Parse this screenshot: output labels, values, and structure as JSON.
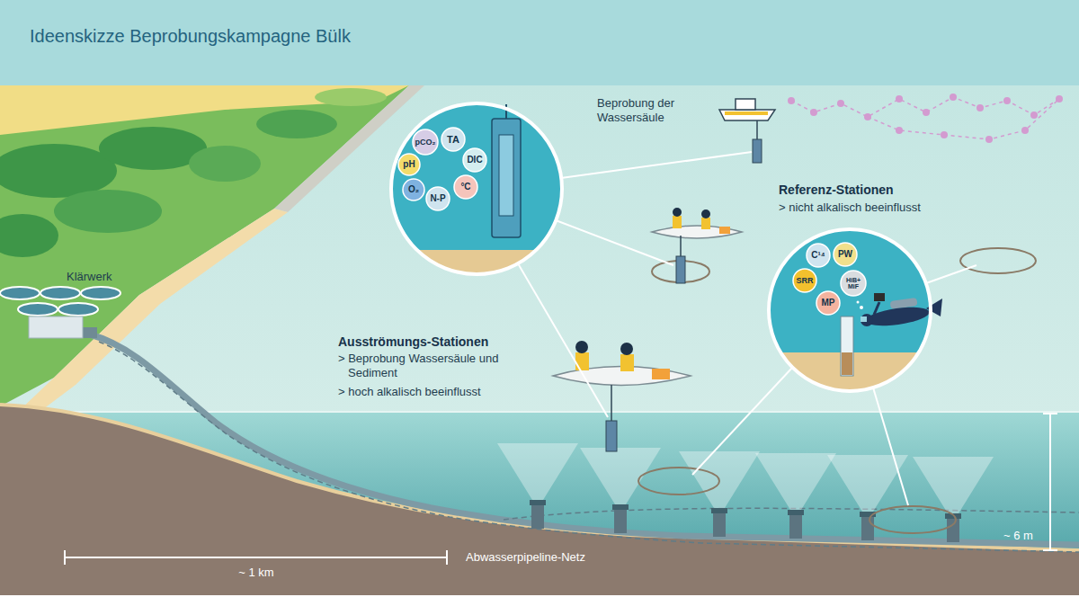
{
  "diagram": {
    "title": "Ideenskizze Beprobungskampagne Bülk",
    "nodes": [
      {
        "text": [
          "pCO₂"
        ]
      },
      {
        "text": [
          "TA"
        ]
      },
      {
        "text": [
          "pH"
        ]
      },
      {
        "text": [
          "DIC"
        ]
      },
      {
        "text": [
          "O₂"
        ]
      },
      {
        "text": [
          "N-P"
        ]
      },
      {
        "text": [
          "°C"
        ]
      },
      {
        "text": [
          "C¹⁴"
        ]
      },
      {
        "text": [
          "PW"
        ]
      },
      {
        "text": [
          "SRR"
        ]
      },
      {
        "text": [
          "HiB+ MiF"
        ]
      },
      {
        "text": [
          "MP"
        ]
      }
    ],
    "labels": [
      "Klärwerk",
      "Beprobung der Wassersäule",
      "Referenz-Stationen",
      "> nicht alkalisch beeinflusst",
      "Ausströmungs-Stationen",
      "> Beprobung Wassersäule und Sediment",
      "> hoch alkalisch beeinflusst",
      "~ 1 km",
      "Abwasserpipeline-Netz",
      "~ 6 m"
    ]
  }
}
